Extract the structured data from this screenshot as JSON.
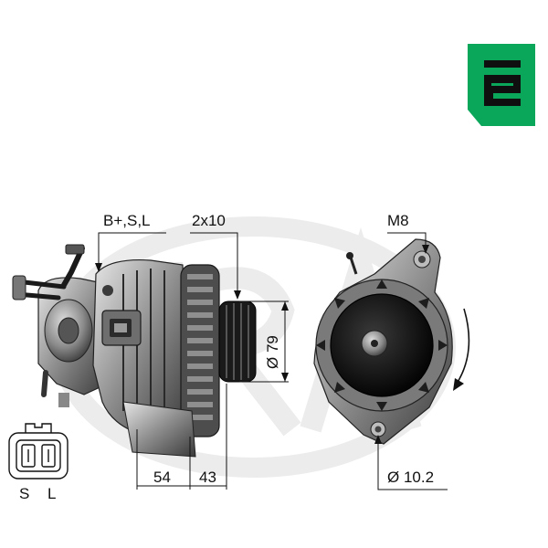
{
  "labels": {
    "terminals": "B+,S,L",
    "pulley": "2x10",
    "mount_bolt": "M8",
    "pulley_diameter": "Ø 79",
    "length_a": "54",
    "length_b": "43",
    "hole_diameter": "Ø 10.2",
    "connector_s": "S",
    "connector_l": "L"
  },
  "colors": {
    "brand_green": "#0aa75b",
    "line": "#111111",
    "watermark": "#ececec"
  },
  "icons": {
    "brand": "era-e-logo-icon",
    "watermark": "era-watermark-icon",
    "rotation": "rotation-arrow-icon",
    "connector": "connector-icon"
  }
}
